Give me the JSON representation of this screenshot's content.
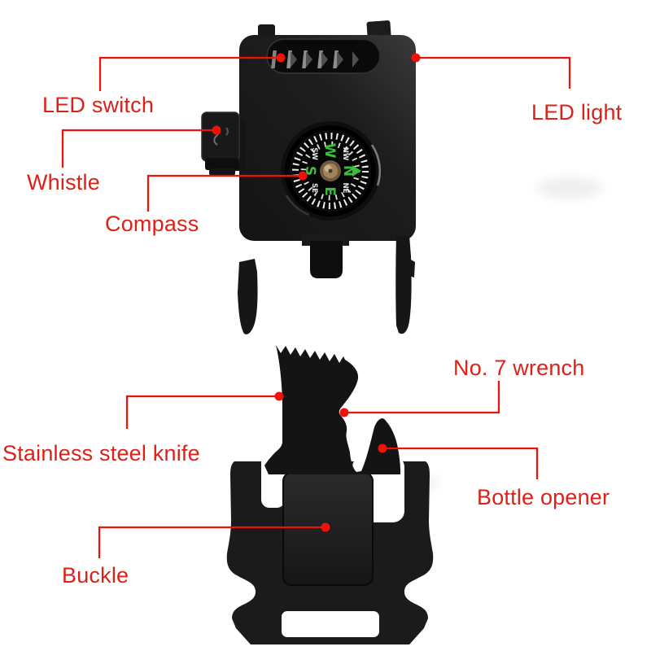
{
  "figure": {
    "background_color": "#ffffff",
    "annotation_line_color": "#ee1208",
    "annotation_text_color": "#dc2118",
    "product_color": "#1b1b1b",
    "labels": {
      "led_switch": "LED switch",
      "whistle": "Whistle",
      "compass": "Compass",
      "led_light": "LED light",
      "no7_wrench": "No. 7 wrench",
      "stainless_steel_knife": "Stainless steel knife",
      "bottle_opener": "Bottle opener",
      "buckle": "Buckle"
    },
    "compass_dial": {
      "cardinal_color": "#3bbf3b",
      "intercardinal_color": "#e8e8e8",
      "cardinals": {
        "n": "N",
        "e": "E",
        "s": "S",
        "w": "W"
      },
      "intercardinals": {
        "ne": "NE",
        "se": "SE",
        "sw": "SW",
        "nw": "NW"
      }
    }
  }
}
